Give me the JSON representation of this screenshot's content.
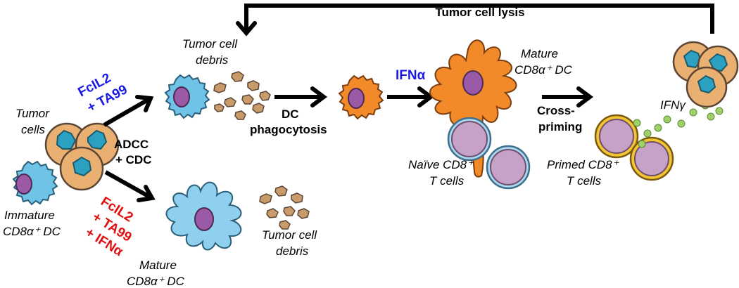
{
  "labels": {
    "tumor_cells": [
      "Tumor",
      "cells"
    ],
    "immature_dc": [
      "Immature",
      "CD8α⁺ DC"
    ],
    "treatment_blue": [
      "FcIL2",
      "+ TA99"
    ],
    "treatment_red": [
      "FcIL2",
      "+ TA99",
      "+ IFNα"
    ],
    "adcc": [
      "ADCC",
      "+ CDC"
    ],
    "debris_top": [
      "Tumor cell",
      "debris"
    ],
    "debris_bottom": [
      "Tumor cell",
      "debris"
    ],
    "mature_dc_bottom": [
      "Mature",
      "CD8α⁺ DC"
    ],
    "dc_phagocytosis": [
      "DC",
      "phagocytosis"
    ],
    "ifna": "IFNα",
    "mature_dc_top": [
      "Mature",
      "CD8α⁺ DC"
    ],
    "naive_t": [
      "Naïve CD8⁺",
      "T cells"
    ],
    "cross_priming": [
      "Cross-",
      "priming"
    ],
    "primed_t": [
      "Primed CD8⁺",
      "T cells"
    ],
    "ifng": "IFNγ",
    "tumor_lysis": "Tumor cell lysis"
  },
  "colors": {
    "blue_text": "#1a1ae6",
    "red_text": "#e01010",
    "immature_dc": "#6ec3e6",
    "mature_dc_light": "#8fd0ee",
    "mature_dc_orange": "#f28a2a",
    "tumor_cell": "#e9b071",
    "tumor_nucleus": "#2ba0c0",
    "debris": "#c99b6a",
    "t_cell": "#c6a2c6",
    "t_cell_ring_naive": "#a9d8f0",
    "t_cell_ring_primed": "#f2c531",
    "ifng_dots": "#9fd06a",
    "dc_nucleus": "#9a5aa5"
  },
  "icons": [
    "tumor-cell-cluster-icon",
    "dendritic-cell-icon",
    "t-cell-icon",
    "cell-debris-icon",
    "cytokine-dot-icon"
  ]
}
